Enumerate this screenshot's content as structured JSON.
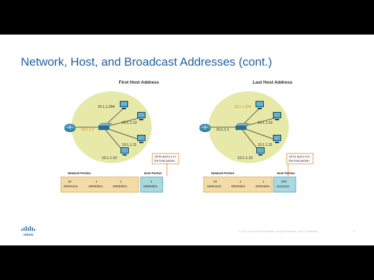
{
  "slide": {
    "title": "Network, Host, and Broadcast Addresses (cont.)",
    "footer": {
      "logo_text": "cisco",
      "copyright": "© 2013 Cisco and/or its affiliates. All rights reserved.    Cisco Confidential",
      "page_number": "9"
    }
  },
  "diagrams": [
    {
      "title": "First Host Address",
      "router_ip": "10.1.1.1",
      "router_ip_color": "#e8841a",
      "pc_top_ip": "10.1.1.254",
      "pc_top_ip_color": "#222222",
      "pc_right1_ip": "10.1.1.12",
      "pc_right2_ip": "10.1.1.11",
      "pc_bottom_ip": "10.1.1.10",
      "callout": [
        "All 0s and a 1 in",
        "the host portion"
      ],
      "network_portion_label": "Network Portion",
      "host_portion_label": "Host Portion",
      "octets": [
        {
          "dec": "10",
          "bin": "00001010"
        },
        {
          "dec": "1",
          "bin": "00000001"
        },
        {
          "dec": "1",
          "bin": "00000001"
        },
        {
          "dec": "1",
          "bin": "00000001"
        }
      ]
    },
    {
      "title": "Last Host Address",
      "router_ip": "10.1.1.1",
      "router_ip_color": "#222222",
      "pc_top_ip": "10.1.1.254",
      "pc_top_ip_color": "#e8841a",
      "pc_right1_ip": "10.1.1.12",
      "pc_right2_ip": "10.1.1.11",
      "pc_bottom_ip": "10.1.1.10",
      "callout": [
        "All 1s and a 0 in",
        "the host portion"
      ],
      "network_portion_label": "Network Portion",
      "host_portion_label": "Host Portion",
      "octets": [
        {
          "dec": "10",
          "bin": "00001010"
        },
        {
          "dec": "1",
          "bin": "00000001"
        },
        {
          "dec": "1",
          "bin": "00000001"
        },
        {
          "dec": "254",
          "bin": "11111110"
        }
      ]
    }
  ],
  "colors": {
    "title_blue": "#1f5fa0",
    "network_fill": "#e6e9a8",
    "octet_box": "#f3dca8",
    "host_box": "#a9d8de",
    "highlight_orange": "#e8841a",
    "router_blue": "#2a6f93"
  }
}
